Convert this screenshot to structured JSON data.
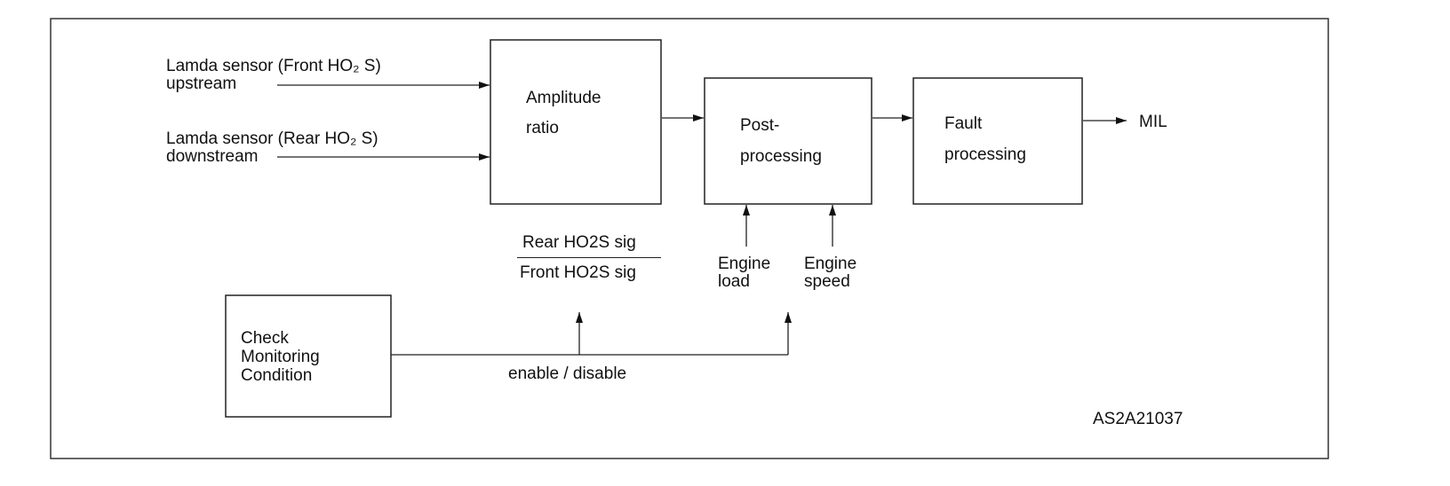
{
  "inputs": {
    "front_sensor_line1": "Lamda sensor (Front HO₂ S)",
    "front_sensor_line2": "upstream",
    "rear_sensor_line1": "Lamda sensor (Rear HO₂ S)",
    "rear_sensor_line2": "downstream"
  },
  "blocks": {
    "amplitude_ratio": [
      "Amplitude",
      "ratio"
    ],
    "post_processing": [
      "Post-",
      "processing"
    ],
    "fault_processing": [
      "Fault",
      "processing"
    ],
    "check_monitoring": [
      "Check",
      "Monitoring",
      "Condition"
    ]
  },
  "ratio": {
    "numerator": "Rear HO2S sig",
    "denominator": "Front HO2S sig"
  },
  "engine_inputs": {
    "load": [
      "Engine",
      "load"
    ],
    "speed": [
      "Engine",
      "speed"
    ]
  },
  "output_label": "MIL",
  "enable_label": "enable / disable",
  "figure_id": "AS2A21037"
}
